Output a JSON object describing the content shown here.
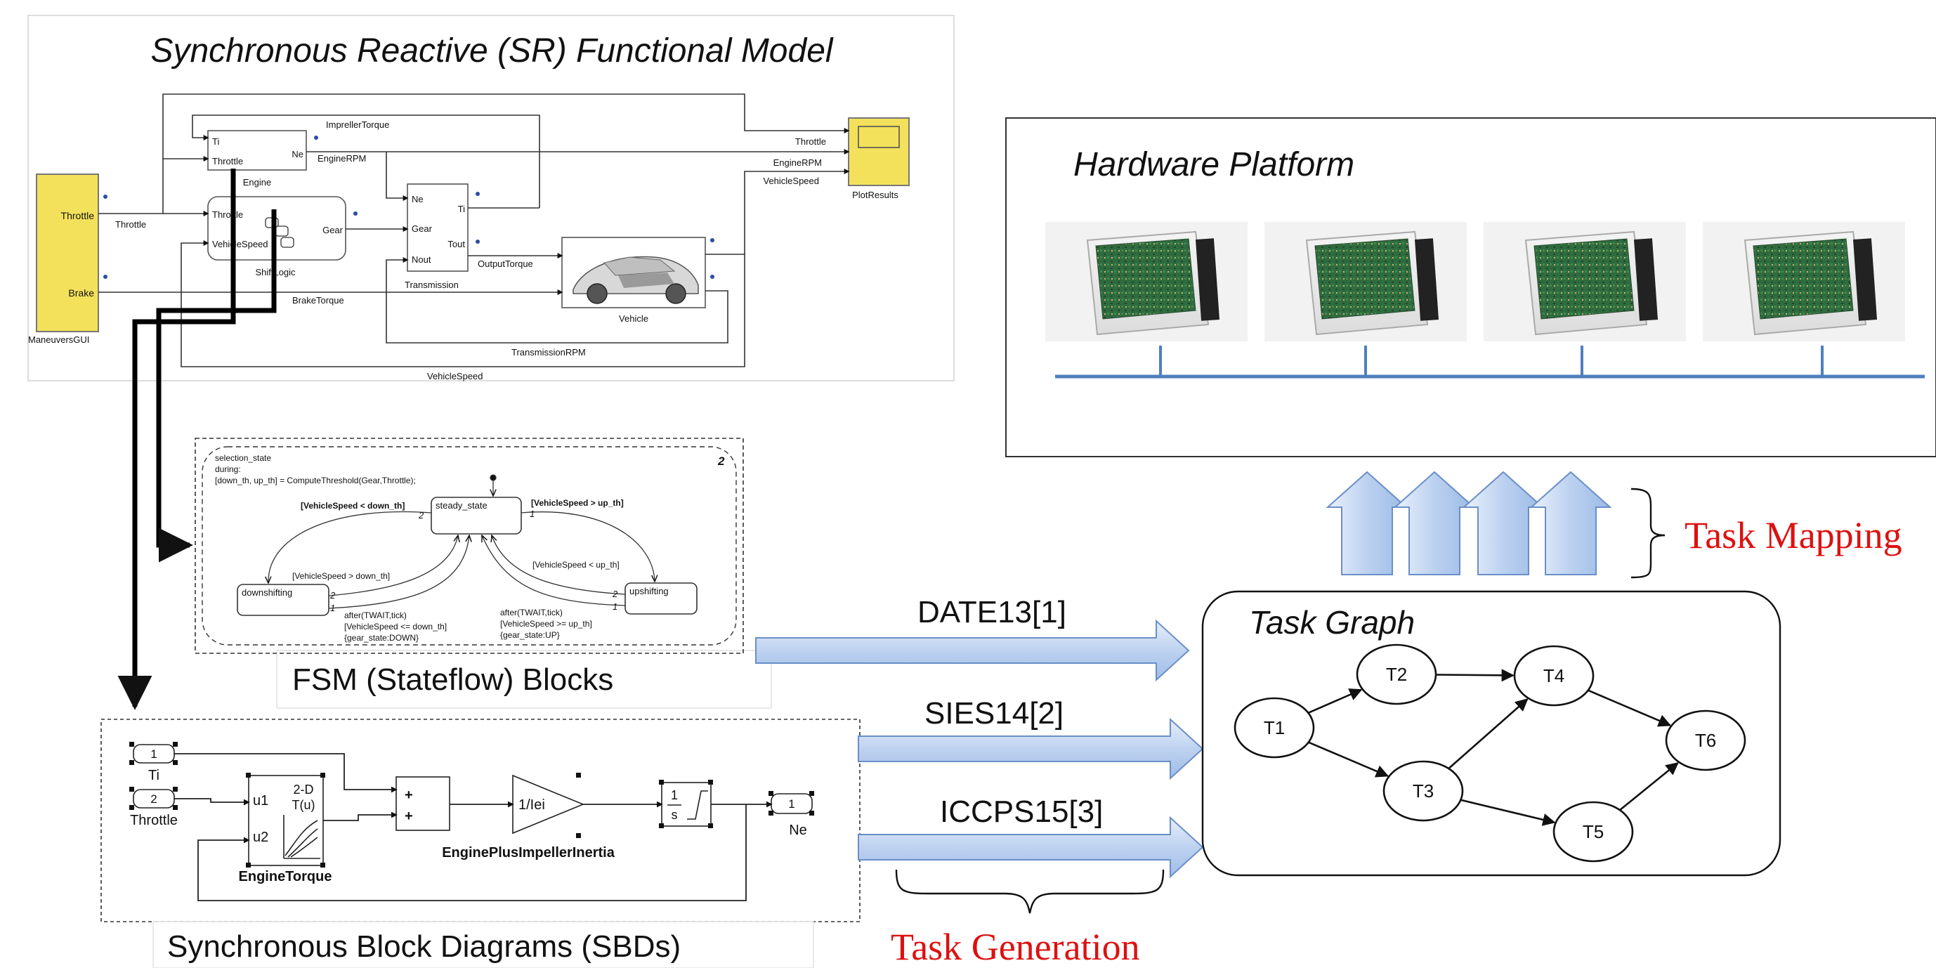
{
  "sr_model": {
    "title": "Synchronous Reactive (SR) Functional Model",
    "maneuvers": {
      "name": "ManeuversGUI",
      "out1": "Throttle",
      "out2": "Brake"
    },
    "engine": {
      "name": "Engine",
      "in1": "Ti",
      "in2": "Throttle",
      "out": "Ne"
    },
    "shiftlogic": {
      "name": "ShiftLogic",
      "in1": "Throttle",
      "in2": "VehicleSpeed",
      "out": "Gear"
    },
    "transmission": {
      "name": "Transmission",
      "in1": "Ne",
      "in2": "Gear",
      "in3": "Nout",
      "out1": "Ti",
      "out2": "Tout"
    },
    "vehicle": {
      "name": "Vehicle"
    },
    "plot": {
      "name": "PlotResults"
    },
    "signals": {
      "impeller": "ImprellerTorque",
      "throttle_line": "Throttle",
      "engine_rpm": "EngineRPM",
      "throttle_top": "Throttle",
      "engine_rpm_top": "EngineRPM",
      "vehicle_speed_top": "VehicleSpeed",
      "output_torque": "OutputTorque",
      "brake_torque": "BrakeTorque",
      "transmission_rpm": "TransmissionRPM",
      "vehicle_speed_bottom": "VehicleSpeed"
    }
  },
  "fsm": {
    "caption": "FSM (Stateflow) Blocks",
    "badge": "2",
    "header_lines": [
      "selection_state",
      "during:",
      "[down_th, up_th] = ComputeThreshold(Gear,Throttle);"
    ],
    "states": {
      "steady": "steady_state",
      "down": "downshifting",
      "up": "upshifting"
    },
    "guards": {
      "to_down": "[VehicleSpeed < down_th]",
      "to_up": "[VehicleSpeed > up_th]",
      "down_back": "[VehicleSpeed > down_th]",
      "up_back": "[VehicleSpeed < up_th]",
      "p2a": "2",
      "p1a": "1",
      "p2b": "2",
      "p1b": "1",
      "p2c": "2",
      "p1c": "1",
      "p2d": "2",
      "p1d": "1"
    },
    "down_action": [
      "after(TWAIT,tick)",
      "[VehicleSpeed <= down_th]",
      "{gear_state:DOWN}"
    ],
    "up_action": [
      "after(TWAIT,tick)",
      "[VehicleSpeed >= up_th]",
      "{gear_state:UP}"
    ]
  },
  "sbd": {
    "caption": "Synchronous Block Diagrams (SBDs)",
    "in1": "1",
    "in1_name": "Ti",
    "in2": "2",
    "in2_name": "Throttle",
    "lookup": {
      "u1": "u1",
      "u2": "u2",
      "fn1": "2-D",
      "fn2": "T(u)",
      "name": "EngineTorque"
    },
    "sum_plus1": "+",
    "sum_plus2": "+",
    "gain": {
      "text": "1/Iei",
      "name": "EnginePlusImpellerInertia"
    },
    "integrator_num": "1",
    "integrator_den": "s",
    "out1": "1",
    "out1_name": "Ne"
  },
  "hardware": {
    "title": "Hardware Platform",
    "ecu_count": 4
  },
  "task_mapping": "Task Mapping",
  "task_generation": "Task Generation",
  "methods": [
    "DATE13[1]",
    "SIES14[2]",
    "ICCPS15[3]"
  ],
  "task_graph": {
    "title": "Task Graph",
    "nodes": [
      "T1",
      "T2",
      "T3",
      "T4",
      "T5",
      "T6"
    ],
    "edges": [
      [
        "T1",
        "T2"
      ],
      [
        "T1",
        "T3"
      ],
      [
        "T2",
        "T4"
      ],
      [
        "T3",
        "T4"
      ],
      [
        "T3",
        "T5"
      ],
      [
        "T4",
        "T6"
      ],
      [
        "T5",
        "T6"
      ]
    ]
  },
  "colors": {
    "accent_red": "#dd1111",
    "arrow_blue": "#b8cfee",
    "arrow_stroke": "#6a8fc8",
    "block_yellow": "#f3e15b",
    "bus_blue": "#4f7fbe"
  }
}
